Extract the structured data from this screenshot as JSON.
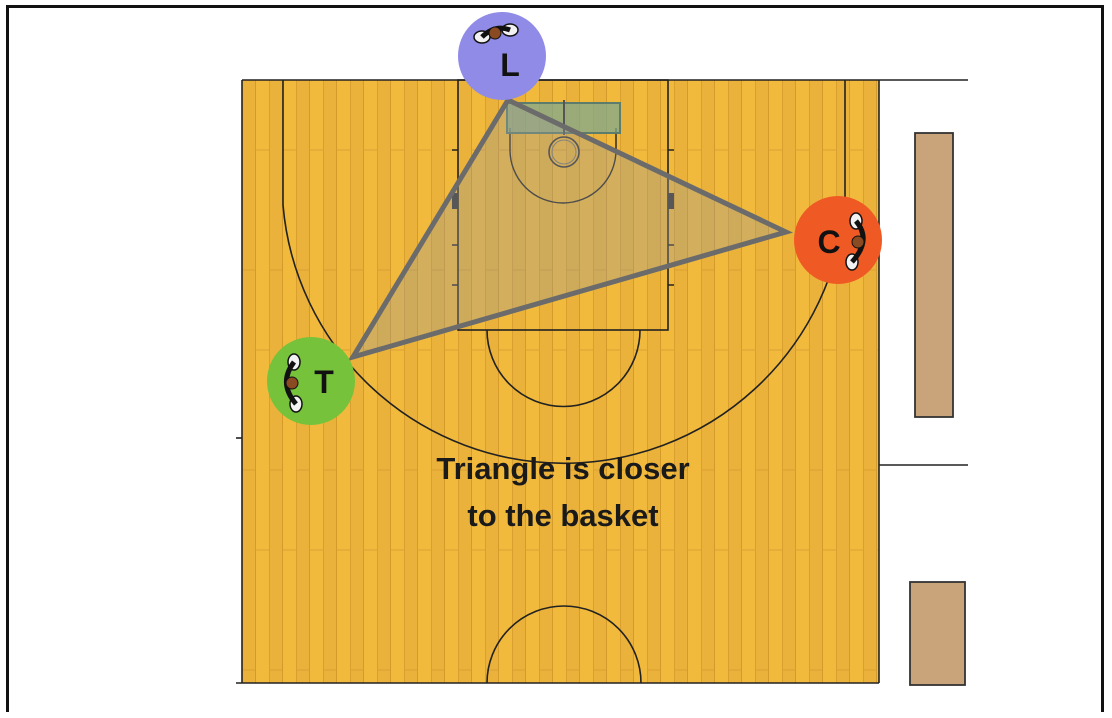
{
  "caption": {
    "line1": "Triangle is closer",
    "line2": "to the basket"
  },
  "players": [
    {
      "id": "L",
      "label": "L",
      "color": "#8f8be6"
    },
    {
      "id": "C",
      "label": "C",
      "color": "#ef5a24"
    },
    {
      "id": "T",
      "label": "T",
      "color": "#76c23a"
    }
  ],
  "colors": {
    "court_floor": "#f0b83a",
    "court_lines": "#222222",
    "triangle_stroke": "#6b6b6b",
    "triangle_fill": "#9a9a9a",
    "bench": "#c9a37a",
    "backboard": "#7fa88f"
  }
}
